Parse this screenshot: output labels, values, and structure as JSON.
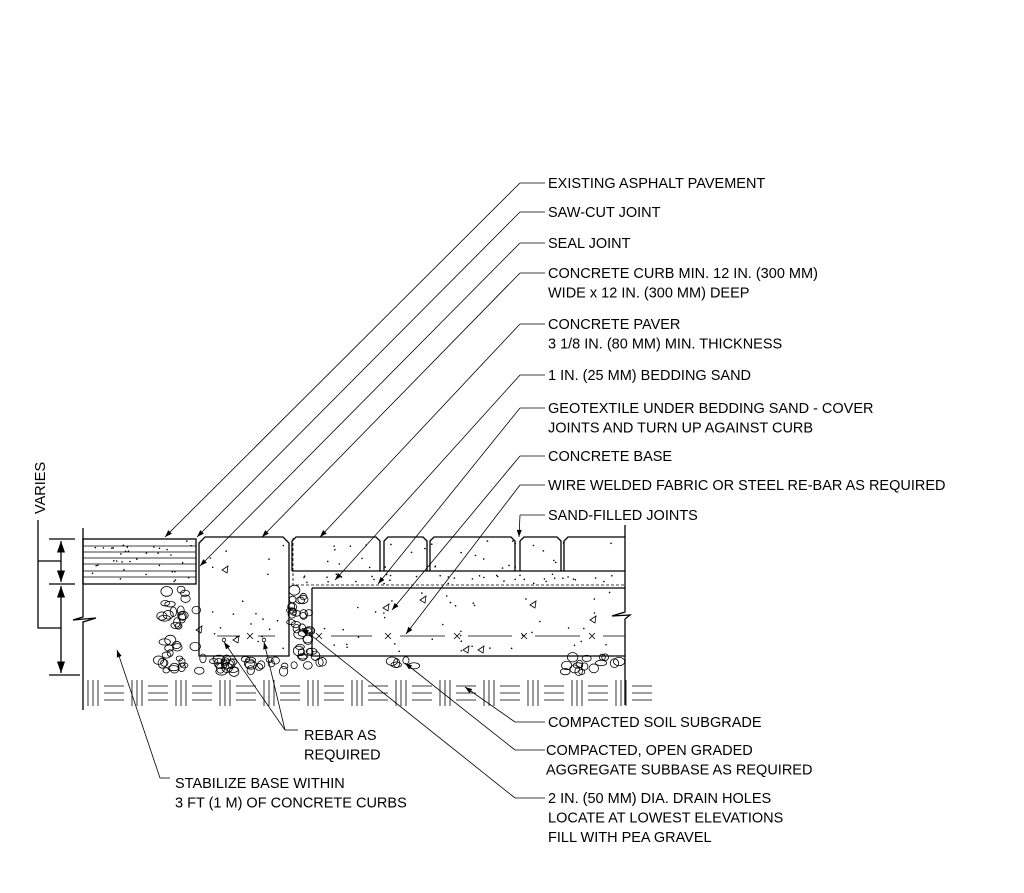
{
  "dimension_label": "VARIES",
  "callouts": [
    {
      "id": "asphalt",
      "lines": [
        "EXISTING ASPHALT PAVEMENT"
      ]
    },
    {
      "id": "saw-cut",
      "lines": [
        "SAW-CUT JOINT"
      ]
    },
    {
      "id": "seal",
      "lines": [
        "SEAL JOINT"
      ]
    },
    {
      "id": "curb",
      "lines": [
        "CONCRETE CURB MIN. 12 IN. (300 MM)",
        "WIDE x 12 IN. (300 MM) DEEP"
      ]
    },
    {
      "id": "paver",
      "lines": [
        "CONCRETE PAVER",
        "3 1/8 IN. (80 MM) MIN. THICKNESS"
      ]
    },
    {
      "id": "sand",
      "lines": [
        "1 IN. (25 MM) BEDDING SAND"
      ]
    },
    {
      "id": "geotextile",
      "lines": [
        "GEOTEXTILE UNDER BEDDING SAND - COVER",
        "JOINTS AND TURN UP AGAINST CURB"
      ]
    },
    {
      "id": "base",
      "lines": [
        "CONCRETE BASE"
      ]
    },
    {
      "id": "wire",
      "lines": [
        "WIRE WELDED FABRIC OR STEEL RE-BAR AS REQUIRED"
      ]
    },
    {
      "id": "joints",
      "lines": [
        "SAND-FILLED JOINTS"
      ]
    },
    {
      "id": "subgrade",
      "lines": [
        "COMPACTED SOIL SUBGRADE"
      ]
    },
    {
      "id": "subbase",
      "lines": [
        "COMPACTED, OPEN GRADED",
        "AGGREGATE SUBBASE AS REQUIRED"
      ]
    },
    {
      "id": "drain",
      "lines": [
        "2 IN. (50 MM) DIA. DRAIN HOLES",
        "LOCATE AT LOWEST ELEVATIONS",
        "FILL WITH PEA GRAVEL"
      ]
    },
    {
      "id": "rebar",
      "lines": [
        "REBAR AS",
        "REQUIRED"
      ]
    },
    {
      "id": "stabilize",
      "lines": [
        "STABILIZE BASE WITHIN",
        "3 FT (1 M) OF CONCRETE CURBS"
      ]
    }
  ]
}
